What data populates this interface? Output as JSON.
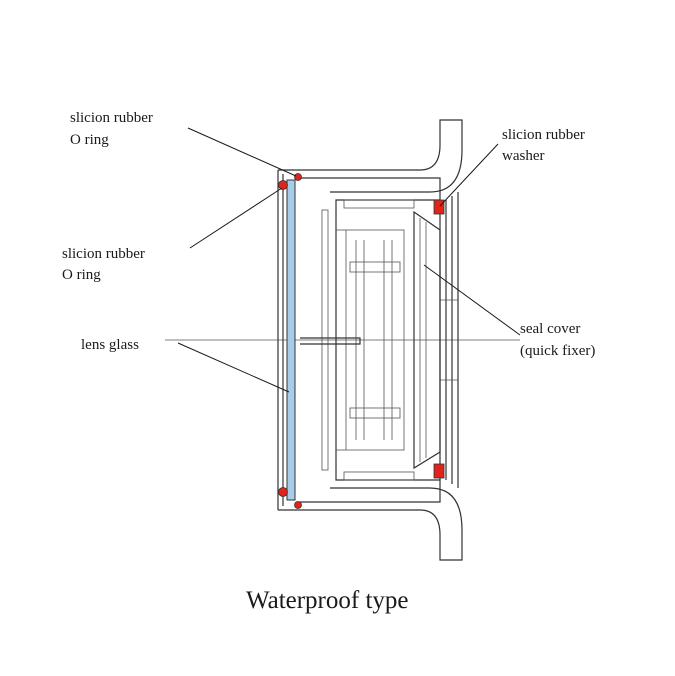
{
  "title": "Waterproof type",
  "labels": {
    "oring_top": [
      "slicion rubber",
      "O ring"
    ],
    "oring_mid": [
      "slicion rubber",
      "O ring"
    ],
    "lens_glass": [
      "lens glass"
    ],
    "washer": [
      "slicion rubber",
      "washer"
    ],
    "seal_cover": [
      "seal cover",
      "(quick fixer)"
    ]
  },
  "colors": {
    "glass": "#a9cde8",
    "seal": "#e0241b",
    "line": "#333333"
  }
}
